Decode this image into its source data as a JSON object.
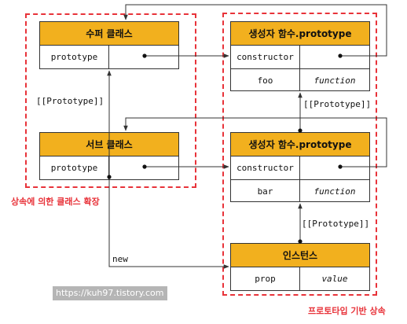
{
  "groups": {
    "left_caption": "상속에 의한 클래스 확장",
    "right_caption": "프로토타입 기반 상속"
  },
  "objects": {
    "super_class": {
      "title": "수퍼 클래스",
      "key": "prototype",
      "value": ""
    },
    "sub_class": {
      "title": "서브 클래스",
      "key": "prototype",
      "value": ""
    },
    "ctor_proto_1": {
      "title": "생성자 함수.prototype",
      "rows": [
        {
          "key": "constructor",
          "value": ""
        },
        {
          "key": "foo",
          "value": "function"
        }
      ]
    },
    "ctor_proto_2": {
      "title": "생성자 함수.prototype",
      "rows": [
        {
          "key": "constructor",
          "value": ""
        },
        {
          "key": "bar",
          "value": "function"
        }
      ]
    },
    "instance": {
      "title": "인스턴스",
      "key": "prop",
      "value": "value"
    }
  },
  "labels": {
    "proto_left": "[[Prototype]]",
    "proto_right_top": "[[Prototype]]",
    "proto_right_bottom": "[[Prototype]]",
    "new": "new"
  },
  "watermark": "https://kuh97.tistory.com",
  "colors": {
    "header": "#f2b01e",
    "dash": "#e8333a"
  }
}
